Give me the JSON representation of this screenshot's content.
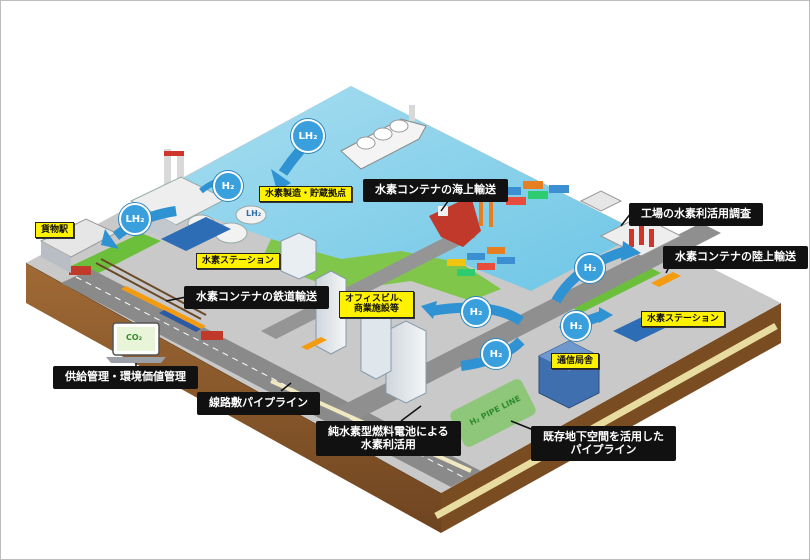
{
  "colors": {
    "sea": "#7ccde8",
    "ground": "#b8b8b8",
    "grass": "#6cbf3b",
    "soil": "#8a5a2b",
    "road": "#8a8a8a",
    "label_bg": "#fff200",
    "callout_bg": "#111111",
    "hydrogen_blue": "#3aa0dd"
  },
  "labels": {
    "hydrogen_base": "水素製造・貯蔵拠点",
    "freight_station": "貨物駅",
    "h2_station_left": "水素ステーション",
    "office_buildings": "オフィスビル、\n商業施設等",
    "telecom_building": "通信局舎",
    "h2_station_right": "水素ステーション"
  },
  "callouts": {
    "sea_transport": "水素コンテナの海上輸送",
    "factory_survey": "工場の水素利活用調査",
    "land_transport": "水素コンテナの陸上輸送",
    "rail_transport": "水素コンテナの鉄道輸送",
    "supply_management": "供給管理・環境価値管理",
    "track_pipeline": "線路敷パイプライン",
    "fuel_cell": "純水素型燃料電池による\n水素利活用",
    "underground_pipeline": "既存地下空間を活用した\nパイプライン"
  },
  "badges": {
    "lh2_ship": "LH₂",
    "lh2_rail": "LH₂",
    "h2": "H₂",
    "tank_lh2": "LH₂",
    "co2": "CO₂"
  },
  "pipe_text": "H₂ PIPE LINE",
  "icons": [
    "hydrogen-arrow-icon",
    "ship-icon",
    "train-icon",
    "truck-icon",
    "laptop-icon",
    "smokestack-icon"
  ]
}
